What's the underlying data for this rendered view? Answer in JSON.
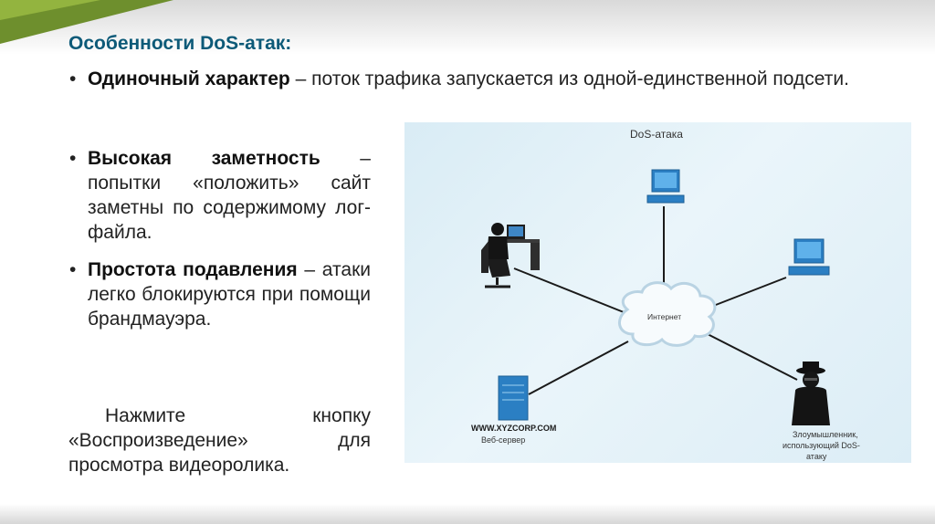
{
  "slide": {
    "heading": "Особенности DoS-атак:",
    "bullets": [
      {
        "bold": "Одиночный характер",
        "text": " – поток трафика запускается из одной-единственной подсети."
      },
      {
        "bold": "Высокая заметность",
        "text": " – попытки «положить» сайт заметны по содержимому лог-файла."
      },
      {
        "bold": "Простота подавления",
        "text": " – атаки легко блокируются при помощи брандмауэра."
      }
    ],
    "note": "Нажмите кнопку «Воспроизведение» для просмотра видеоролика."
  },
  "diagram": {
    "title": "DoS-атака",
    "cloud_label": "Интернет",
    "server_url": "WWW.XYZCORP.COM",
    "server_label": "Веб-сервер",
    "attacker_label_lines": [
      "Злоумышленник,",
      "использующий DoS-",
      "атаку"
    ]
  },
  "colors": {
    "heading": "#0d5a78",
    "accent_green": "#6e8f2d",
    "device_blue": "#2b7fc3",
    "diagram_bg": "#e3f1f8"
  }
}
